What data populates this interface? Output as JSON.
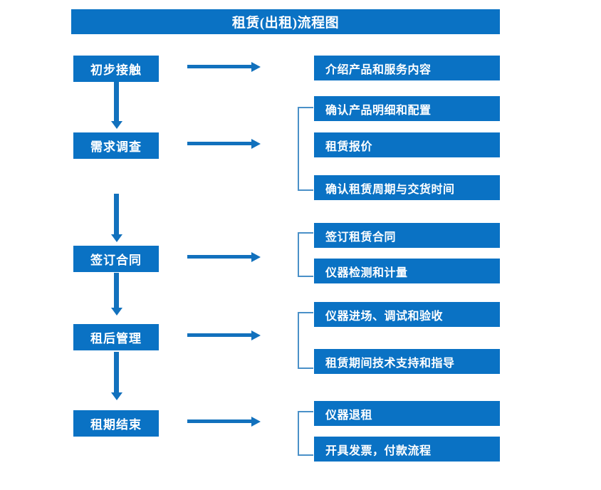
{
  "diagram": {
    "title": "租赁(出租)流程图",
    "type": "flowchart",
    "colors": {
      "box_blue": "#0a72c4",
      "arrow_blue": "#1271bd",
      "bracket_blue": "#4a90c8",
      "text_white": "#ffffff",
      "background": "#ffffff"
    },
    "stages": [
      {
        "label": "初步接触",
        "details": [
          "介绍产品和服务内容"
        ],
        "bracketed": false
      },
      {
        "label": "需求调查",
        "details": [
          "确认产品明细和配置",
          "租赁报价",
          "确认租赁周期与交货时间"
        ],
        "bracketed": true
      },
      {
        "label": "签订合同",
        "details": [
          "签订租赁合同",
          "仪器检测和计量"
        ],
        "bracketed": true
      },
      {
        "label": "租后管理",
        "details": [
          "仪器进场、调试和验收",
          "租赁期间技术支持和指导"
        ],
        "bracketed": true
      },
      {
        "label": "租期结束",
        "details": [
          "仪器退租",
          "开具发票，付款流程"
        ],
        "bracketed": true
      }
    ]
  }
}
